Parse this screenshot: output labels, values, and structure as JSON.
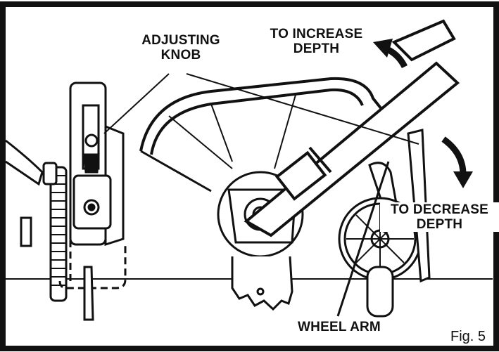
{
  "labels": {
    "adjusting_knob_line1": "ADJUSTING",
    "adjusting_knob_line2": "KNOB",
    "increase_line1": "TO INCREASE",
    "increase_line2": "DEPTH",
    "decrease_line1": "TO DECREASE",
    "decrease_line2": "DEPTH",
    "wheel_arm": "WHEEL ARM",
    "figure_number": "Fig. 5"
  },
  "colors": {
    "ink": "#111111",
    "paper": "#ffffff"
  }
}
